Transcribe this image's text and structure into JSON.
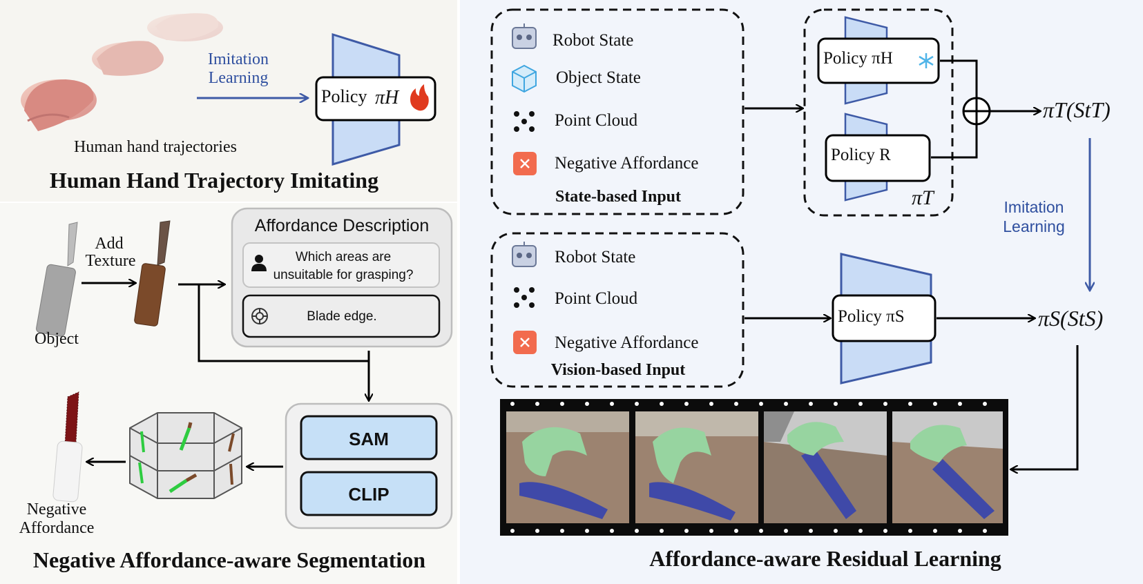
{
  "panel_a": {
    "title": "Human Hand Trajectory Imitating",
    "caption": "Human hand trajectories",
    "imitation": [
      "Imitation",
      "Learning"
    ],
    "policy_label": "Policy",
    "policy_sym": "πH"
  },
  "panel_b": {
    "title": "Negative Affordance-aware Segmentation",
    "object_label": "Object",
    "add_texture": [
      "Add",
      "Texture"
    ],
    "desc_title": "Affordance Description",
    "question": [
      "Which areas are",
      "unsuitable for  grasping?"
    ],
    "answer": "Blade edge.",
    "sam": "SAM",
    "clip": "CLIP",
    "neg_label": [
      "Negative",
      "Affordance"
    ]
  },
  "panel_c": {
    "title": "Affordance-aware Residual Learning",
    "state_input": {
      "items": [
        "Robot State",
        "Object State",
        "Point Cloud",
        "Negative Affordance"
      ],
      "label": "State-based Input"
    },
    "vision_input": {
      "items": [
        "Robot State",
        "Point Cloud",
        "Negative Affordance"
      ],
      "label": "Vision-based Input"
    },
    "policy_h": "Policy πH",
    "policy_r": "Policy R",
    "pi_t": "πT",
    "out_t": "πT(StT)",
    "imitation": [
      "Imitation",
      "Learning"
    ],
    "policy_s": "Policy πS",
    "out_s": "πS(StS)"
  },
  "colors": {
    "blue_text": "#2f4f9f",
    "trapezoid_fill": "#c9dcf6",
    "trapezoid_stroke": "#3e5aa6",
    "sam_clip_fill": "#c6e0f7",
    "neg_affordance": "#f26b4e",
    "flame": "#e03a1e",
    "snowflake": "#4fb4e8"
  }
}
